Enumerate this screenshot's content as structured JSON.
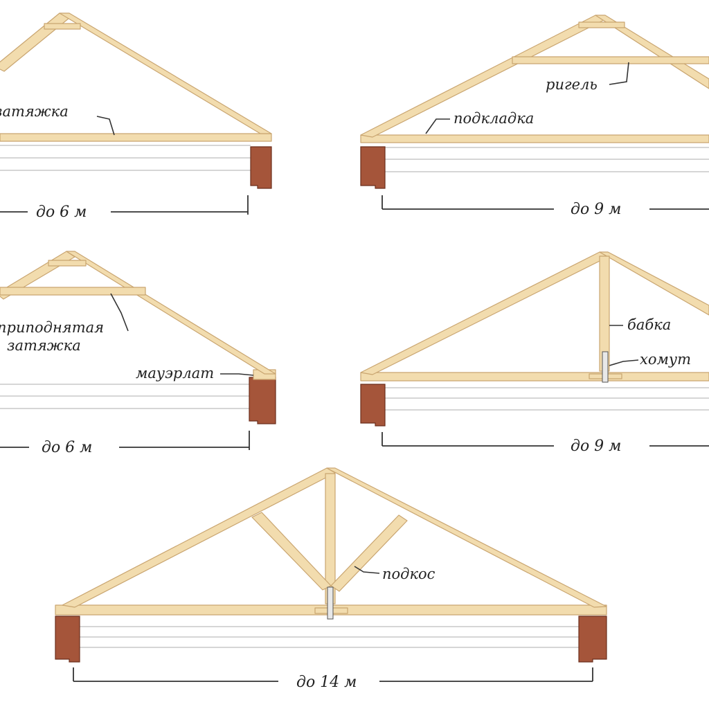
{
  "colors": {
    "timber": "#f2dcae",
    "timber_edge": "#c9a570",
    "brick": "#a5553a",
    "brick_edge": "#6b2e1c",
    "wall_line": "#c9c9c9",
    "leader": "#333333"
  },
  "labels": {
    "zatyazhka": "затяжка",
    "rigel": "ригель",
    "podkladka": "подкладка",
    "pripodnyataya_1": "приподнятая",
    "pripodnyataya_2": "затяжка",
    "mauerlat": "мауэрлат",
    "babka": "бабка",
    "khomut": "хомут",
    "podkos": "подкос"
  },
  "dimensions": {
    "span_1": "до 6 м",
    "span_2": "до 9 м",
    "span_3": "до 6 м",
    "span_4": "до 9 м",
    "span_5": "до 14 м"
  }
}
